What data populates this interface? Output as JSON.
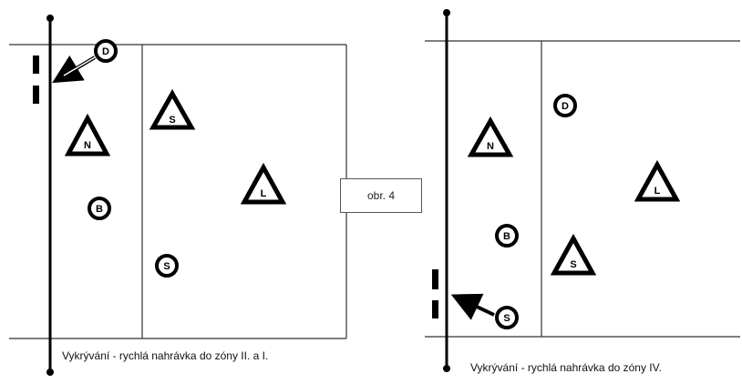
{
  "figure_label": "obr. 4",
  "captions": {
    "left": "Vykrývání  - rychlá nahrávka do zóny II. a I.",
    "right": "Vykrývání  - rychlá nahrávka do zóny IV."
  },
  "players": {
    "left": [
      {
        "letter": "D",
        "shape": "circle"
      },
      {
        "letter": "N",
        "shape": "triangle"
      },
      {
        "letter": "S",
        "shape": "triangle"
      },
      {
        "letter": "B",
        "shape": "circle"
      },
      {
        "letter": "L",
        "shape": "triangle"
      },
      {
        "letter": "S",
        "shape": "circle"
      }
    ],
    "right": [
      {
        "letter": "D",
        "shape": "circle"
      },
      {
        "letter": "N",
        "shape": "triangle"
      },
      {
        "letter": "L",
        "shape": "triangle"
      },
      {
        "letter": "B",
        "shape": "circle"
      },
      {
        "letter": "S",
        "shape": "triangle"
      },
      {
        "letter": "S",
        "shape": "circle"
      }
    ]
  },
  "colors": {
    "ink": "#000000",
    "court_line": "#333333",
    "background": "#ffffff"
  }
}
